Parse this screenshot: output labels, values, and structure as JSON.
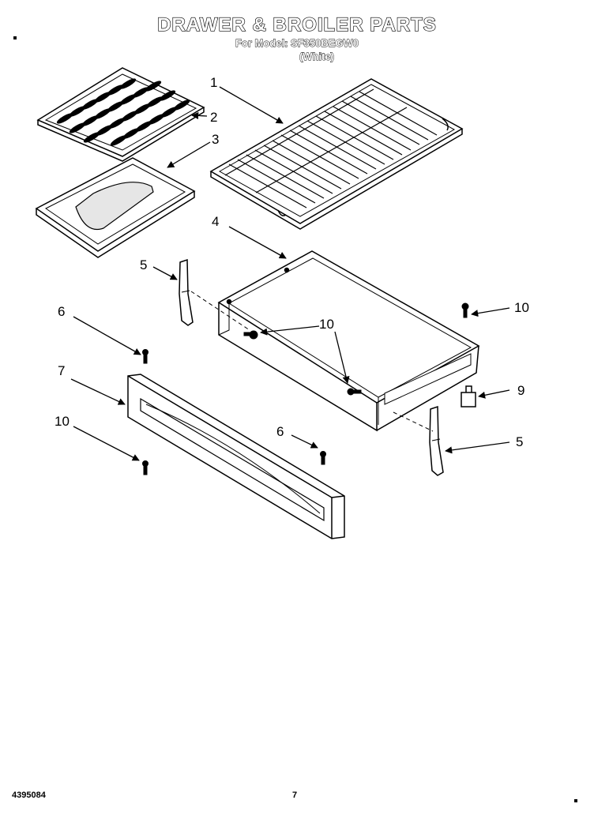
{
  "header": {
    "title": "DRAWER & BROILER PARTS",
    "model_line": "For Model: SF350BEGW0",
    "color_line": "(White)"
  },
  "callouts": {
    "c1": "1",
    "c2": "2",
    "c3": "3",
    "c4": "4",
    "c5a": "5",
    "c5b": "5",
    "c6a": "6",
    "c6b": "6",
    "c7": "7",
    "c9": "9",
    "c10a": "10",
    "c10b": "10",
    "c10c": "10"
  },
  "footer": {
    "doc_number": "4395084",
    "page_number": "7"
  }
}
